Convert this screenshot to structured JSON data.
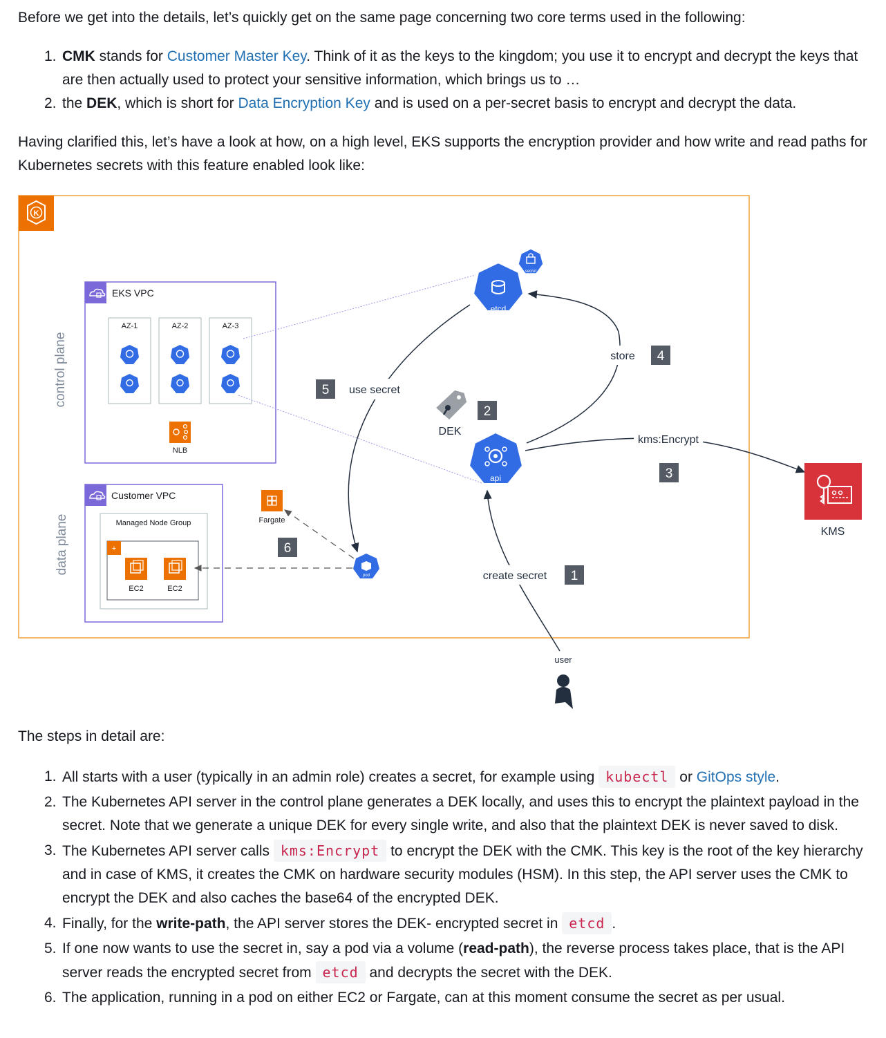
{
  "intro": "Before we get into the details, let’s quickly get on the same page concerning two core terms used in the following:",
  "terms": [
    {
      "num": "1.",
      "term": "CMK",
      "pre": " stands for ",
      "link": "Customer Master Key",
      "post": ". Think of it as the keys to the kingdom; you use it to encrypt and decrypt the keys that are then actually used to protect your sensitive information, which brings us to …"
    },
    {
      "num": "2.",
      "pre_term": "the ",
      "term": "DEK",
      "pre": ", which is short for ",
      "link": "Data Encryption Key",
      "post": " and is used on a per-secret basis to encrypt and decrypt the data."
    }
  ],
  "para2": "Having clarified this, let’s have a look at how, on a high level, EKS supports the encryption provider and how write and read paths for Kubernetes secrets with this feature enabled look like:",
  "diagram": {
    "control_plane": "control plane",
    "data_plane": "data plane",
    "eks_vpc": "EKS VPC",
    "az": [
      "AZ-1",
      "AZ-2",
      "AZ-3"
    ],
    "nlb": "NLB",
    "customer_vpc": "Customer VPC",
    "managed_node_group": "Managed Node Group",
    "ec2": [
      "EC2",
      "EC2"
    ],
    "fargate": "Fargate",
    "pod": "pod",
    "etcd": "etcd",
    "api": "api",
    "secret": "secret",
    "dek": "DEK",
    "kms": "KMS",
    "user": "user",
    "labels": {
      "create_secret": "create secret",
      "store": "store",
      "kms_encrypt": "kms:Encrypt",
      "use_secret": "use secret"
    },
    "steps": [
      "1",
      "2",
      "3",
      "4",
      "5",
      "6"
    ],
    "colors": {
      "frame": "#f2a33a",
      "vpc": "#7b68d9",
      "k8s_blue": "#326ce5",
      "aws_orange": "#ed7100",
      "kms_red": "#d8323a",
      "badge": "#545b64"
    }
  },
  "steps_intro": "The steps in detail are:",
  "steps": [
    {
      "num": "1.",
      "a": "All starts with a user (typically in an admin role) creates a secret, for example using ",
      "code": "kubectl",
      "b": " or ",
      "link": "GitOps style",
      "c": "."
    },
    {
      "num": "2.",
      "text": "The Kubernetes API server in the control plane generates a DEK locally, and uses this to encrypt the plaintext payload in the secret. Note that we generate a unique DEK for every single write, and also that the plaintext DEK is never saved to disk."
    },
    {
      "num": "3.",
      "a": "The Kubernetes API server calls ",
      "code": "kms:Encrypt",
      "b": " to encrypt the DEK with the CMK. This key is the root of the key hierarchy and in case of KMS, it creates the CMK on hardware security modules (HSM). In this step, the API server uses the CMK to encrypt the DEK and also caches the base64 of the encrypted DEK."
    },
    {
      "num": "4.",
      "a": "Finally, for the ",
      "bold": "write-path",
      "b": ", the API server stores the DEK- encrypted secret in ",
      "code": "etcd",
      "c": "."
    },
    {
      "num": "5.",
      "a": "If one now wants to use the secret in, say a pod via a volume (",
      "bold": "read-path",
      "b": "), the reverse process takes place, that is the API server reads the encrypted secret from ",
      "code": "etcd",
      "c": " and decrypts the secret with the DEK."
    },
    {
      "num": "6.",
      "text": "The application, running in a pod on either EC2 or Fargate, can at this moment consume the secret as per usual."
    }
  ]
}
